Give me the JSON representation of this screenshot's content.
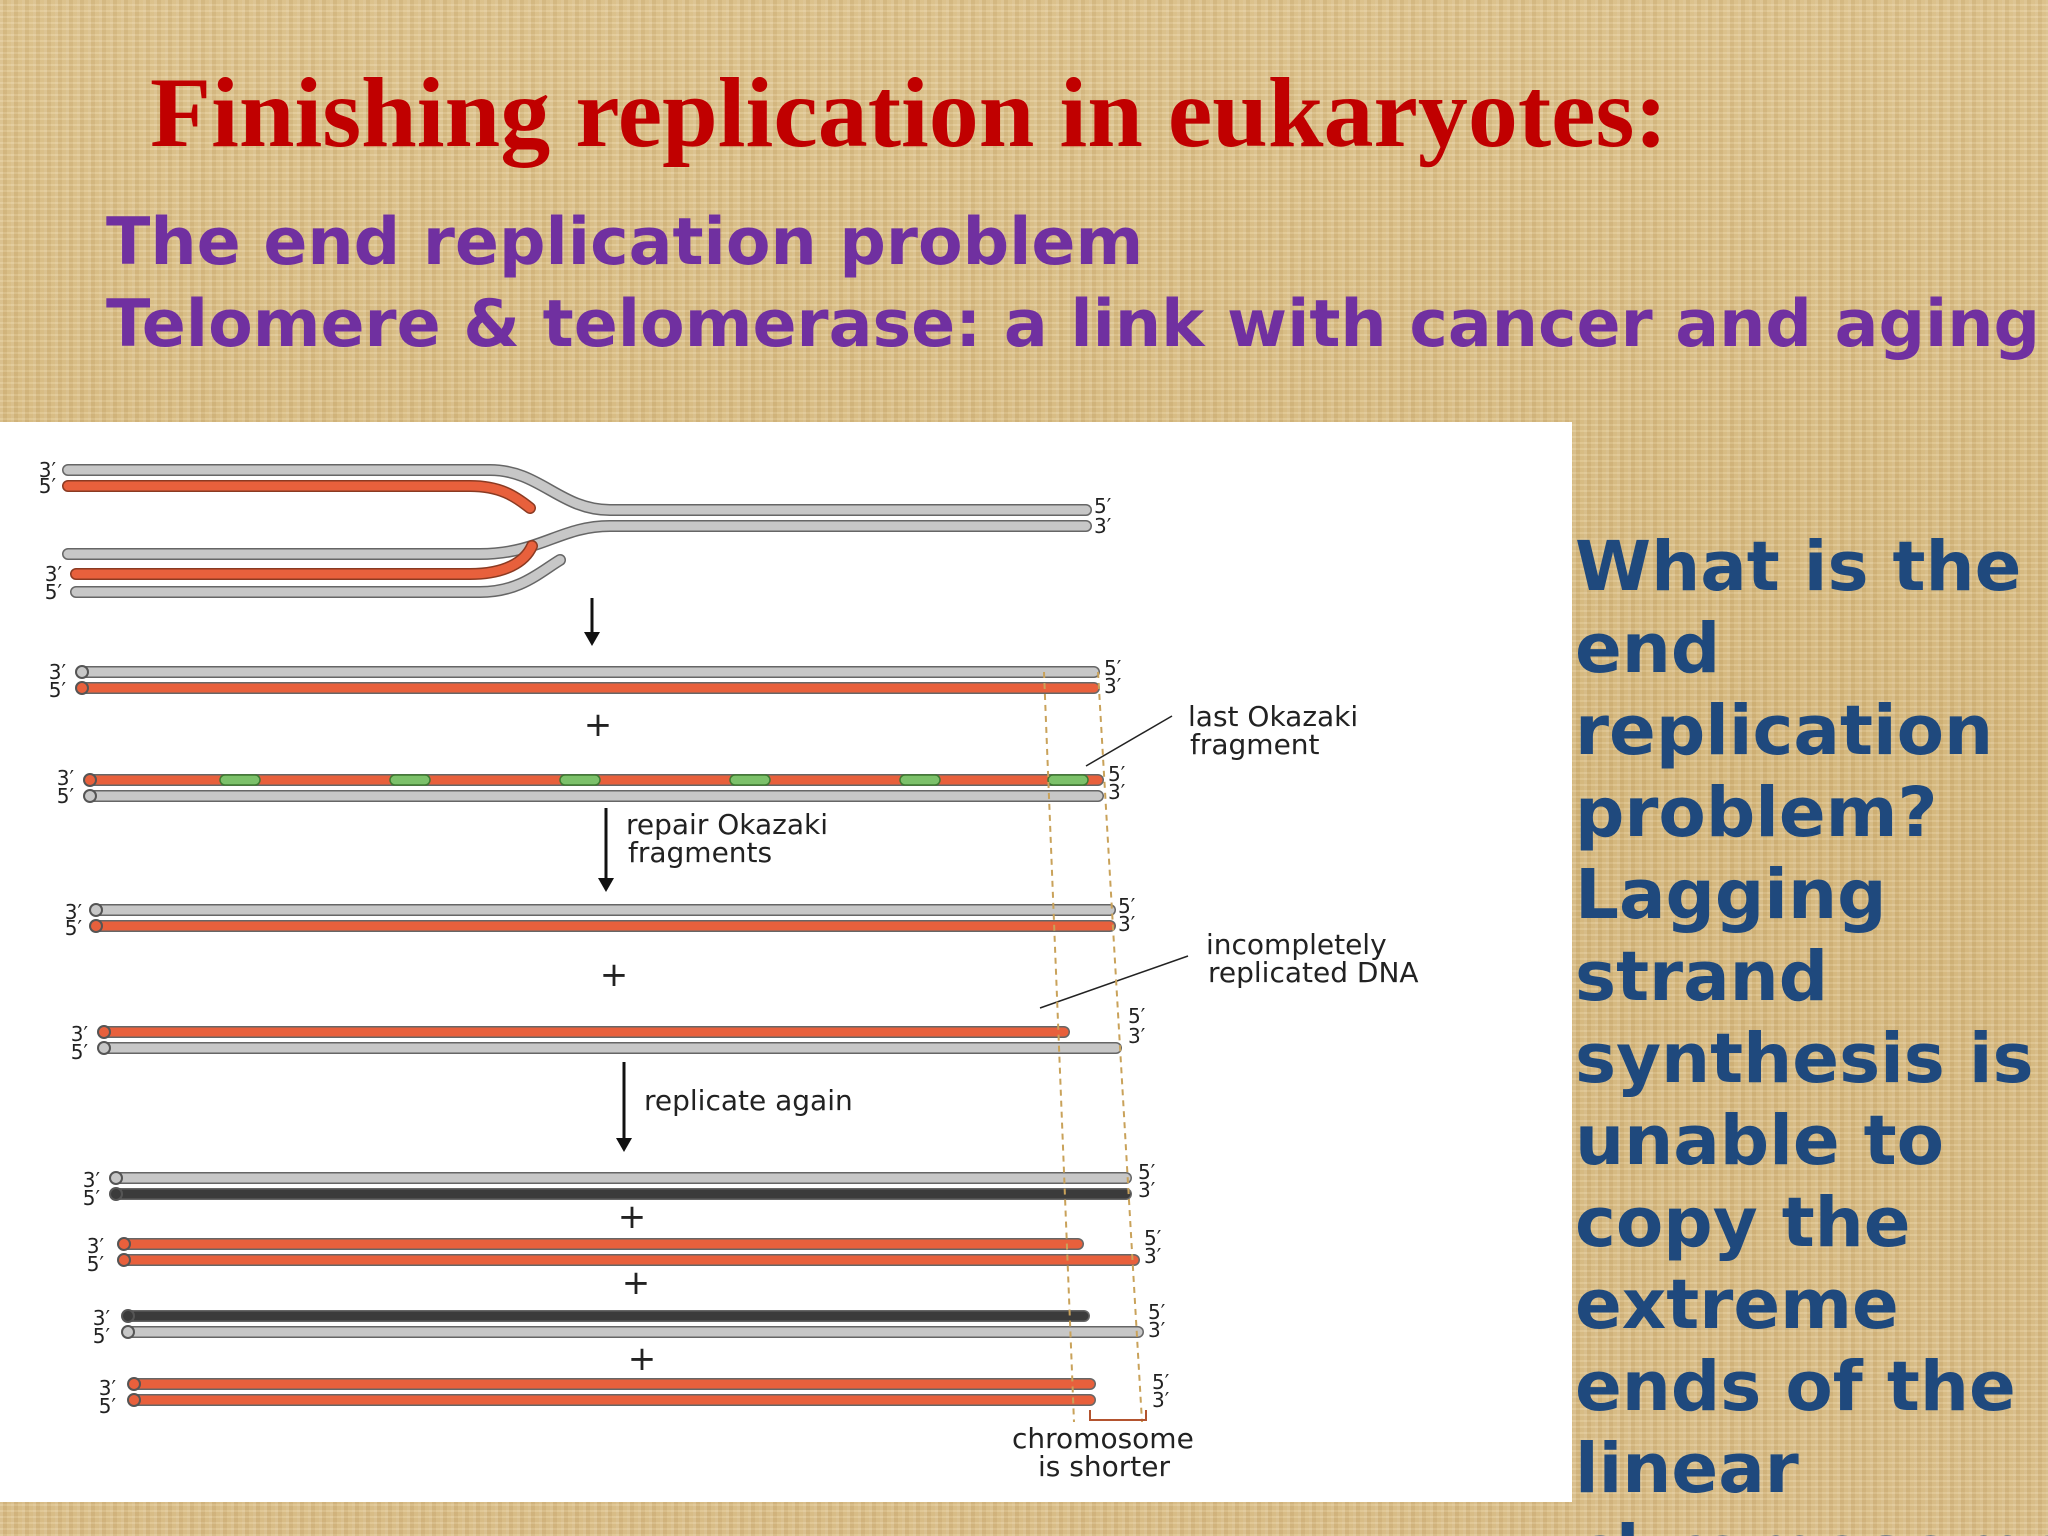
{
  "slide": {
    "title": "Finishing replication in eukaryotes:",
    "subtitle_lines": [
      "The end replication problem",
      "Telomere & telomerase: a link with cancer and aging"
    ],
    "side_text": "What is the\nend\nreplication\nproblem?\nLagging\nstrand\nsynthesis is\nunable to\ncopy the\nextreme\nends of the\nlinear\nchromosome"
  },
  "diagram": {
    "end_labels": {
      "three_prime": "3′",
      "five_prime": "5′"
    },
    "labels": {
      "last_okazaki": [
        "last Okazaki",
        "fragment"
      ],
      "repair_step": [
        "repair Okazaki",
        "fragments"
      ],
      "incomplete": [
        "incompletely",
        "replicated DNA"
      ],
      "replicate_again": "replicate again",
      "shorter": [
        "chromosome",
        "is shorter"
      ]
    },
    "plus_sign": "+",
    "colors": {
      "template_strand": "#c7c7c7",
      "new_strand": "#e8603c",
      "okazaki_primer": "#7cc16a",
      "daughter_dark": "#3b3b3b",
      "guide_line": "#c9a25a",
      "title_red": "#c00000",
      "subtitle_purple": "#7030a0",
      "side_text_blue": "#1f497d"
    }
  }
}
